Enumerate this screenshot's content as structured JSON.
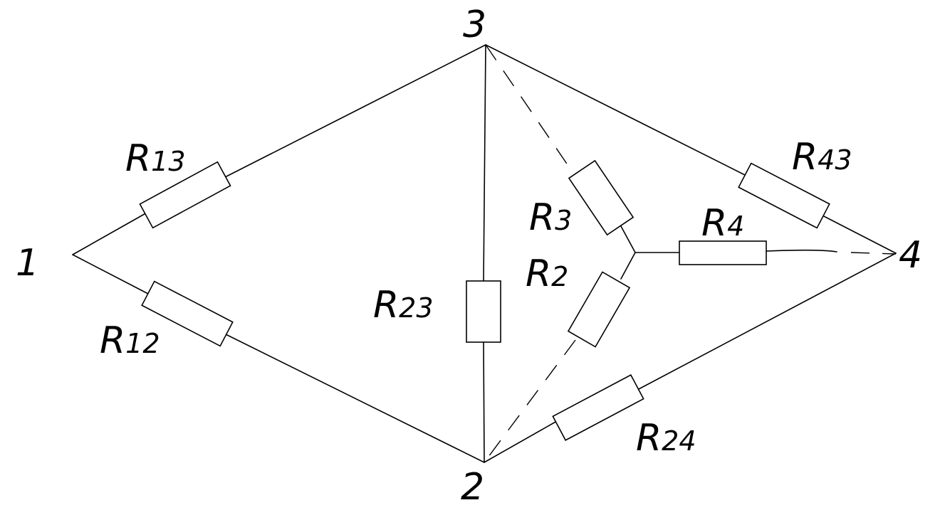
{
  "nodes": {
    "n1": "1",
    "n2": "2",
    "n3": "3",
    "n4": "4"
  },
  "resistors": {
    "r13": {
      "main": "R",
      "sub": "13"
    },
    "r12": {
      "main": "R",
      "sub": "12"
    },
    "r23": {
      "main": "R",
      "sub": "23"
    },
    "r3": {
      "main": "R",
      "sub": "3"
    },
    "r2": {
      "main": "R",
      "sub": "2"
    },
    "r4": {
      "main": "R",
      "sub": "4"
    },
    "r43": {
      "main": "R",
      "sub": "43"
    },
    "r24": {
      "main": "R",
      "sub": "24"
    }
  },
  "colors": {
    "line": "#000000",
    "background": "#ffffff"
  }
}
